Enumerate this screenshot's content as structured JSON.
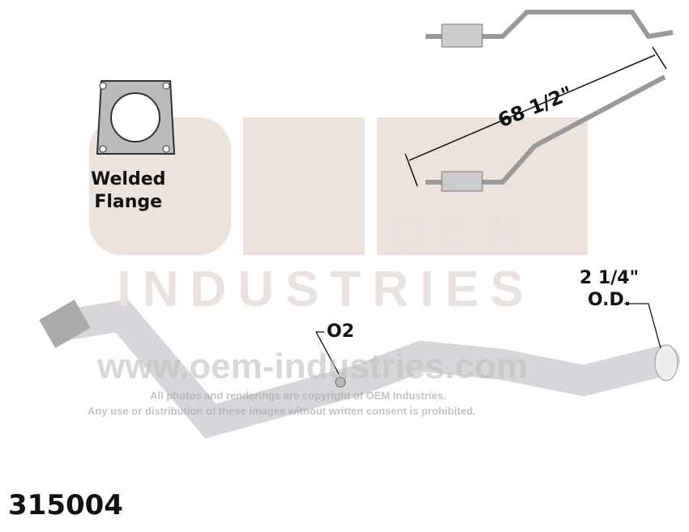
{
  "part_number": "315004",
  "flange_label_line1": "Welded",
  "flange_label_line2": "Flange",
  "length_label": "68 1/2\"",
  "diameter_label_line1": "2 1/4\"",
  "diameter_label_line2": "O.D.",
  "o2_label": "O2",
  "watermark": {
    "logo": "OEM INDUSTRIES",
    "url": "www.oem-industries.com",
    "line1": "All photos and renderings are copyright of OEM Industries.",
    "line2": "Any use or distribution of these images without written consent is prohibited."
  }
}
